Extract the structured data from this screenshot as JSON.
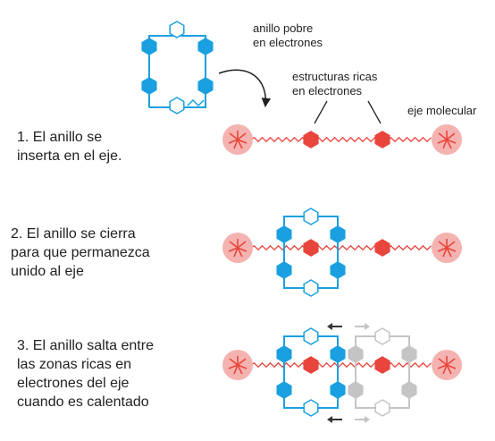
{
  "labels": {
    "ring_label": [
      "anillo pobre",
      "en electrones"
    ],
    "rich_label": [
      "estructuras ricas",
      "en electrones"
    ],
    "axis_label": "eje molecular"
  },
  "steps": [
    {
      "lines": [
        "1. El anillo se",
        "inserta en el eje."
      ]
    },
    {
      "lines": [
        "2. El anillo se cierra",
        "para que permanezca",
        "unido al eje"
      ]
    },
    {
      "lines": [
        "3. El anillo salta entre",
        "las zonas ricas en",
        "electrones del eje",
        "cuando es calentado"
      ]
    }
  ],
  "colors": {
    "ring_blue": "#1aa0e0",
    "rich_red": "#e8453c",
    "stopper_fill": "#f4b3b0",
    "ghost_gray": "#c4c4c4",
    "arrow_dark": "#333333"
  }
}
